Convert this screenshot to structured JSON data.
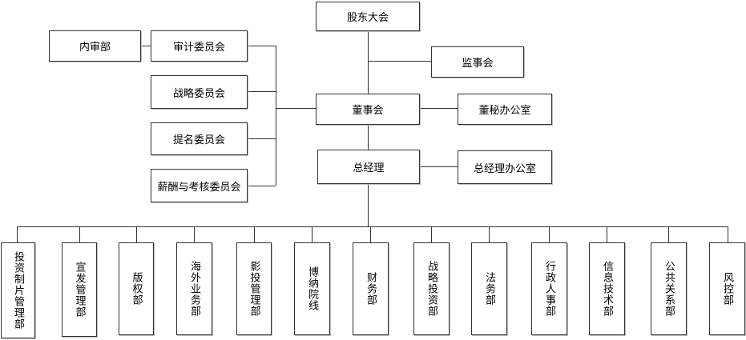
{
  "top": {
    "shareholders": "股东大会",
    "supervisors": "监事会",
    "board": "董事会",
    "board_office": "董秘办公室",
    "gm": "总经理",
    "gm_office": "总经理办公室"
  },
  "committees": {
    "internal_audit": "内审部",
    "audit": "审计委员会",
    "strategy": "战略委员会",
    "nomination": "提名委员会",
    "remuneration": "薪酬与考核委员会"
  },
  "departments": [
    "投资制片管理部",
    "宣发管理部",
    "版权部",
    "海外业务部",
    "影投管理部",
    "博纳院线",
    "财务部",
    "战略投资部",
    "法务部",
    "行政人事部",
    "信息技术部",
    "公共关系部",
    "风控部"
  ]
}
